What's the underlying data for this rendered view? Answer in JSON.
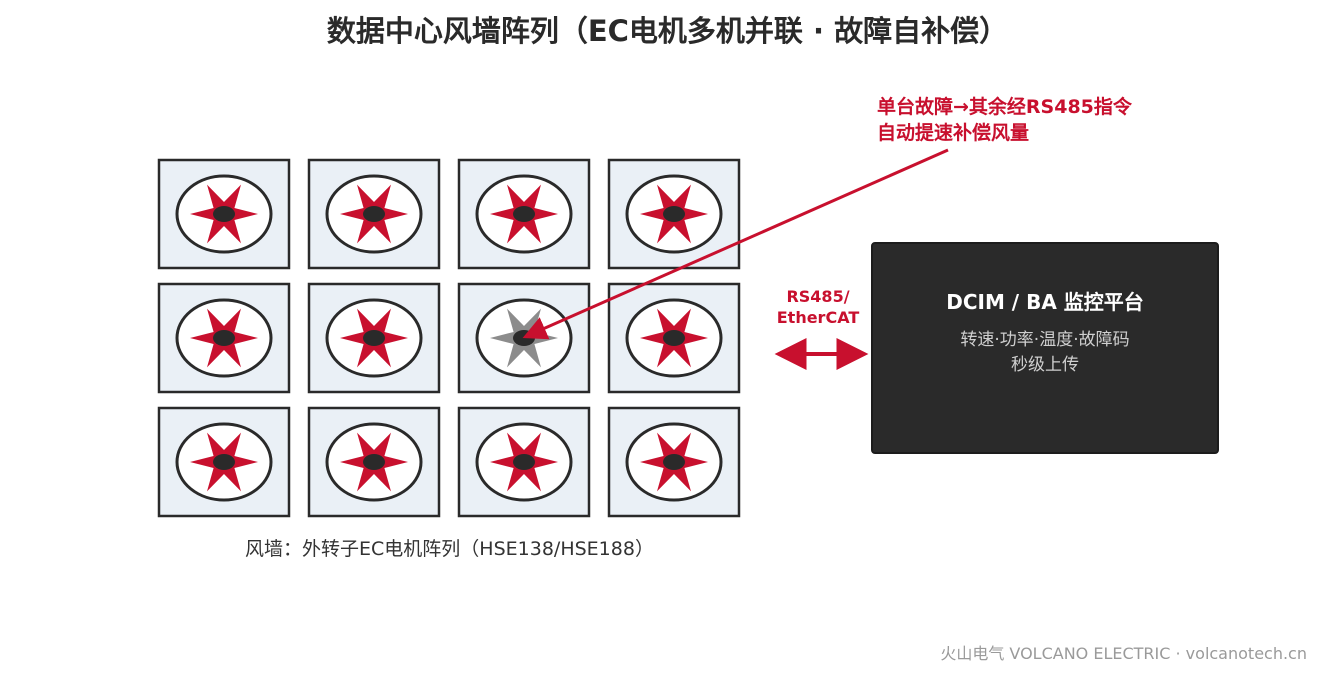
{
  "title": "数据中心风墙阵列（EC电机多机并联 · 故障自补偿）",
  "annotation": {
    "line1": "单台故障→其余经RS485指令",
    "line2": "自动提速补偿风量"
  },
  "link": {
    "line1": "RS485/",
    "line2": "EtherCAT"
  },
  "platform": {
    "title": "DCIM / BA 监控平台",
    "line1": "转速·功率·温度·故障码",
    "line2": "秒级上传"
  },
  "array": {
    "caption": "风墙：外转子EC电机阵列（HSE138/HSE188）",
    "rows": 3,
    "cols": 4,
    "faulty": [
      {
        "row": 2,
        "col": 3
      }
    ]
  },
  "colors": {
    "accent": "#c8102e",
    "fault": "#8c8c8c",
    "cell_fill": "#eaf0f6",
    "outline": "#2a2a2a",
    "platform_fill": "#2a2a2a"
  },
  "footer": "火山电气 VOLCANO ELECTRIC · volcanotech.cn"
}
